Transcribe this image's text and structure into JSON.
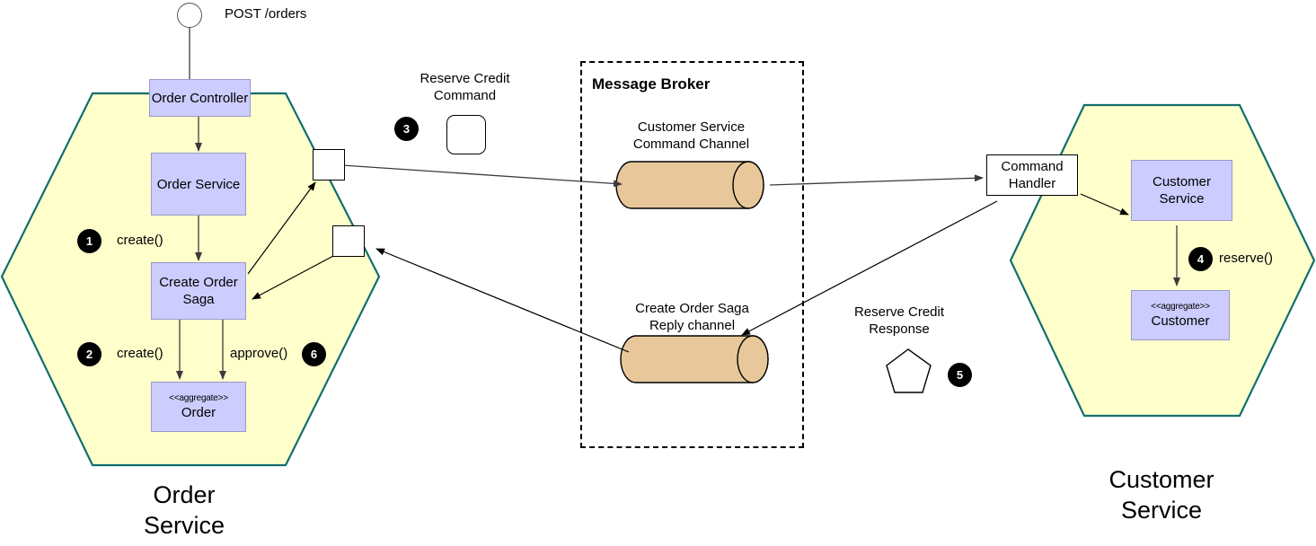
{
  "diagram": {
    "title": "Saga orchestration across Order Service and Customer Service",
    "colors": {
      "hexagon_fill": "#ffffcc",
      "hexagon_stroke": "#116e6e",
      "component_fill": "#ccccff",
      "component_stroke": "#9999cc",
      "channel_fill": "#e8c89a",
      "badge_fill": "#000000",
      "edge_stroke": "#3b3b3b"
    }
  },
  "entrypoint": {
    "icon": "start-node-circle",
    "label": "POST /orders"
  },
  "order_service": {
    "hexagon_label": "Order\nService",
    "components": [
      {
        "name": "order-controller",
        "label": "Order\nController"
      },
      {
        "name": "order-service",
        "label": "Order\nService"
      },
      {
        "name": "create-order-saga",
        "label": "Create\nOrder\nSaga"
      }
    ],
    "aggregate": {
      "stereotype": "<<aggregate>>",
      "label": "Order"
    },
    "ports": [
      {
        "name": "outbound-command-port"
      },
      {
        "name": "inbound-reply-port"
      }
    ],
    "edge_labels": [
      {
        "step": "1",
        "label": "create()"
      },
      {
        "step": "2",
        "label": "create()"
      },
      {
        "step": "6",
        "label": "approve()"
      }
    ]
  },
  "message_broker": {
    "title": "Message Broker",
    "channels": [
      {
        "name": "customer-service-command-channel",
        "label": "Customer Service\nCommand Channel"
      },
      {
        "name": "create-order-saga-reply-channel",
        "label": "Create Order Saga\nReply channel"
      }
    ]
  },
  "messages": [
    {
      "name": "reserve-credit-command",
      "label": "Reserve Credit\nCommand",
      "step": "3",
      "shape": "rounded-rectangle"
    },
    {
      "name": "reserve-credit-response",
      "label": "Reserve Credit\nResponse",
      "step": "5",
      "shape": "pentagon"
    }
  ],
  "customer_service": {
    "hexagon_label": "Customer\nService",
    "command_handler": {
      "label": "Command\nHandler"
    },
    "components": [
      {
        "name": "customer-service",
        "label": "Customer\nService"
      }
    ],
    "aggregate": {
      "stereotype": "<<aggregate>>",
      "label": "Customer"
    },
    "edge_labels": [
      {
        "step": "4",
        "label": "reserve()"
      }
    ]
  }
}
